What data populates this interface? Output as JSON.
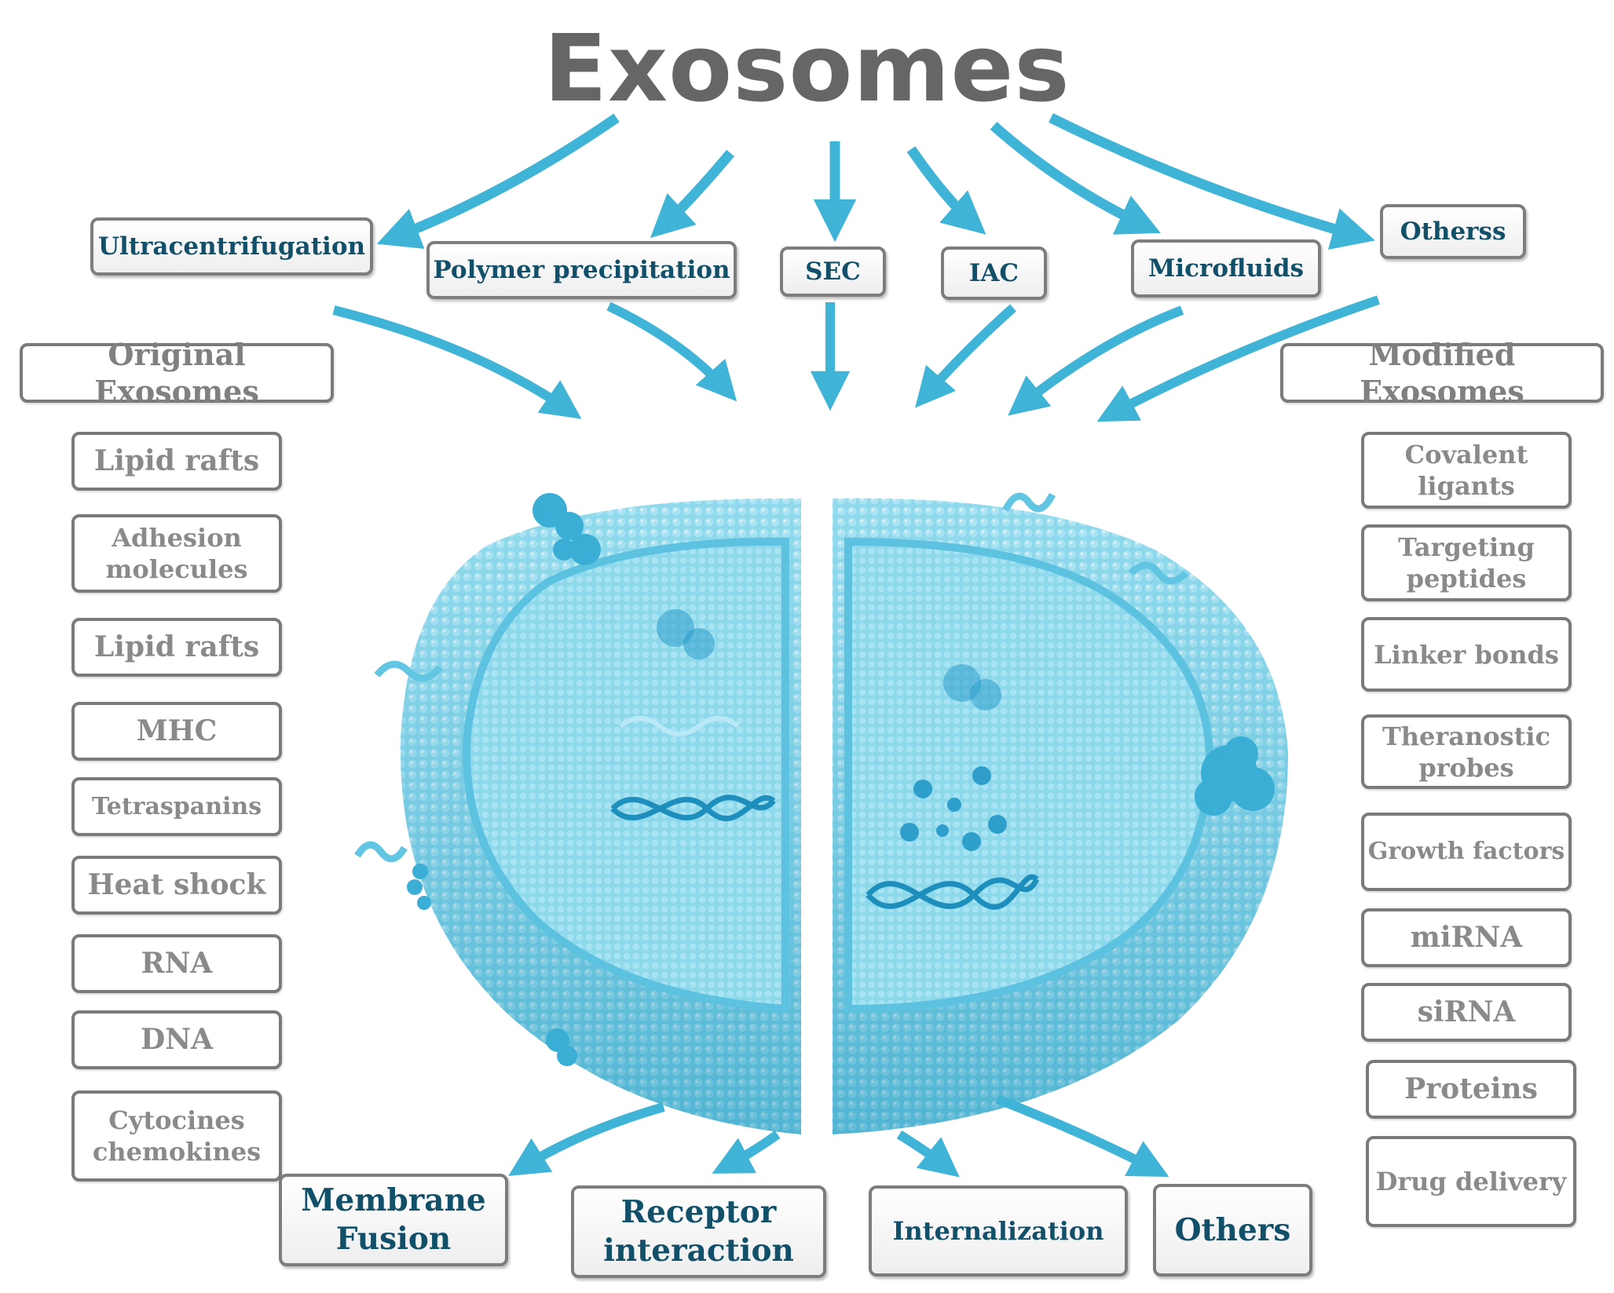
{
  "title": "Exosomes",
  "colors": {
    "arrow": "#3fb4d6",
    "membrane": "#6ccde6",
    "dark": "#2596bf",
    "text_iso": "#12506a",
    "text_side": "#8a8a8a"
  },
  "isolation_methods": [
    "Ultracentrifugation",
    "Polymer precipitation",
    "SEC",
    "IAC",
    "Microfluids",
    "Otherss"
  ],
  "original": {
    "header": "Original Exosomes",
    "items": [
      "Lipid rafts",
      "Adhesion molecules",
      "Lipid rafts",
      "MHC",
      "Tetraspanins",
      "Heat shock",
      "RNA",
      "DNA",
      "Cytocines chemokines"
    ]
  },
  "modified": {
    "header": "Modified Exosomes",
    "items": [
      "Covalent ligants",
      "Targeting peptides",
      "Linker bonds",
      "Theranostic probes",
      "Growth factors",
      "miRNA",
      "siRNA",
      "Proteins",
      "Drug delivery"
    ]
  },
  "uptake": [
    "Membrane Fusion",
    "Receptor interaction",
    "Internalization",
    "Others"
  ]
}
